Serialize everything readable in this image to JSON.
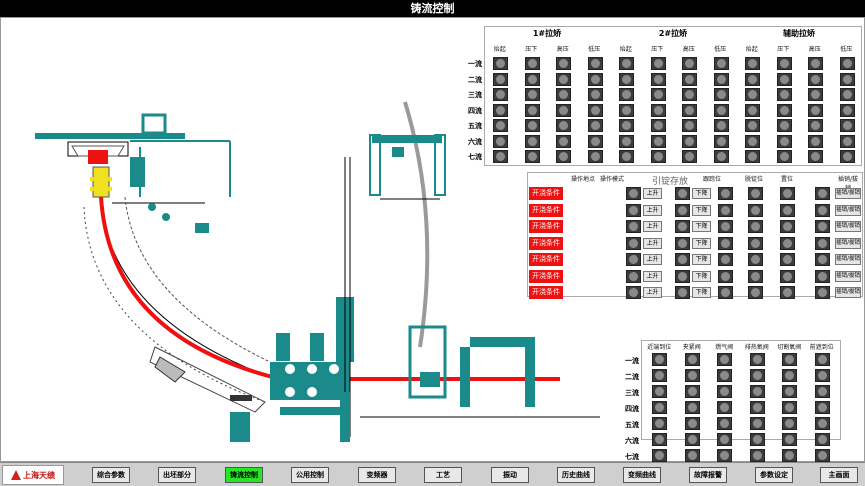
{
  "title": "铸流控制",
  "logo": {
    "text": "上海天绩"
  },
  "strands": [
    "一流",
    "二流",
    "三流",
    "四流",
    "五流",
    "六流",
    "七流"
  ],
  "panel1": {
    "groups": [
      "1#拉矫",
      "2#拉矫",
      "辅助拉矫"
    ],
    "columns": [
      "抬起",
      "压下",
      "高压",
      "低压",
      "抬起",
      "压下",
      "高压",
      "低压",
      "抬起",
      "压下",
      "高压",
      "低压"
    ]
  },
  "panel2": {
    "headers": [
      "操作地点",
      "操作模式",
      "引锭存放",
      "跟踪位",
      "脱锭位",
      "置位",
      "插销/拔销"
    ],
    "status_text": "开浇条件",
    "up_label": "上升",
    "down_label": "下降",
    "pin_label": "插销/拔销"
  },
  "panel3": {
    "headers": [
      "近端到位",
      "夹紧阀",
      "燃气阀",
      "排热氧阀",
      "切割氧阀",
      "前遮到位"
    ]
  },
  "footer": {
    "buttons": [
      "综合参数",
      "出坯部分",
      "铸流控制",
      "公用控制",
      "变频器",
      "工艺",
      "振动",
      "历史曲线",
      "变频曲线",
      "故障报警",
      "参数设定",
      "主画面"
    ],
    "active": "铸流控制"
  },
  "colors": {
    "strand": "#ee1111",
    "equipment": "#1a8a8a",
    "active_button": "#23e823",
    "alarm": "#ee1111"
  }
}
